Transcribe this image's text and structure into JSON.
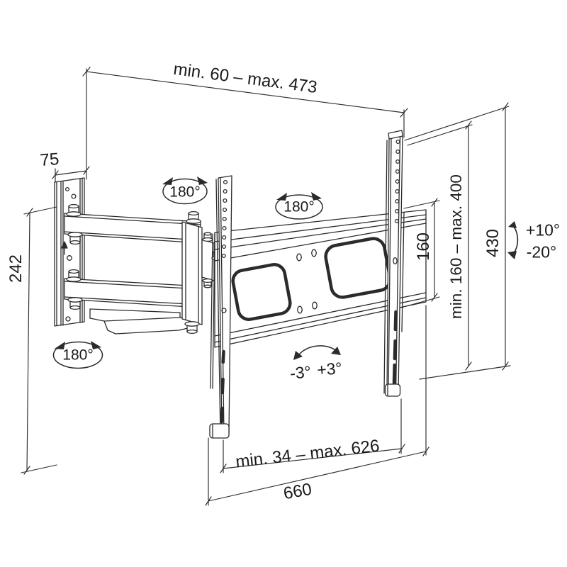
{
  "drawing": {
    "type": "technical-dimension-diagram",
    "subject": "articulating wall mount bracket",
    "colors": {
      "line": "#2b2b2b",
      "text": "#1a1a1a",
      "background": "#ffffff"
    }
  },
  "labels": {
    "top_extension": "min. 60 – max. 473",
    "plate_width": "75",
    "plate_height": "242",
    "swivel_wall_top": "180°",
    "swivel_arm": "180°",
    "swivel_wall_bottom": "180°",
    "vesa_hole_spacing": "160",
    "vesa_range": "min. 160 – max. 400",
    "bracket_height": "430",
    "tilt_up": "+10°",
    "tilt_down": "-20°",
    "level_neg": "-3°",
    "level_pos": "+3°",
    "rail_span": "min. 34 – max. 626",
    "crossbar_length": "660"
  }
}
